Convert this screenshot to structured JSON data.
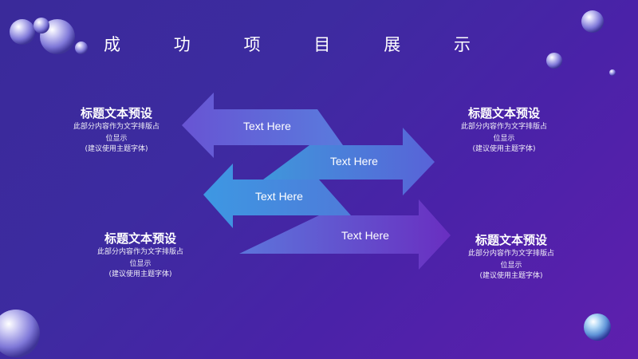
{
  "title_chars": [
    "成",
    "功",
    "项",
    "目",
    "展",
    "示"
  ],
  "arrows": [
    {
      "label": "Text Here"
    },
    {
      "label": "Text Here"
    },
    {
      "label": "Text Here"
    },
    {
      "label": "Text Here"
    }
  ],
  "blocks": [
    {
      "title": "标题文本预设",
      "body_line1": "此部分内容作为文字排版占",
      "body_line2": "位显示",
      "note": "(建议使用主题字体)"
    },
    {
      "title": "标题文本预设",
      "body_line1": "此部分内容作为文字排版占",
      "body_line2": "位显示",
      "note": "(建议使用主题字体)"
    },
    {
      "title": "标题文本预设",
      "body_line1": "此部分内容作为文字排版占",
      "body_line2": "位显示",
      "note": "(建议使用主题字体)"
    },
    {
      "title": "标题文本预设",
      "body_line1": "此部分内容作为文字排版占",
      "body_line2": "位显示",
      "note": "(建议使用主题字体)"
    }
  ],
  "colors": {
    "background_start": "#3a2a9a",
    "background_end": "#5f1fae",
    "arrow_blue": "#4a8fd6",
    "arrow_purple": "#5f3fc0",
    "text": "#ffffff"
  }
}
